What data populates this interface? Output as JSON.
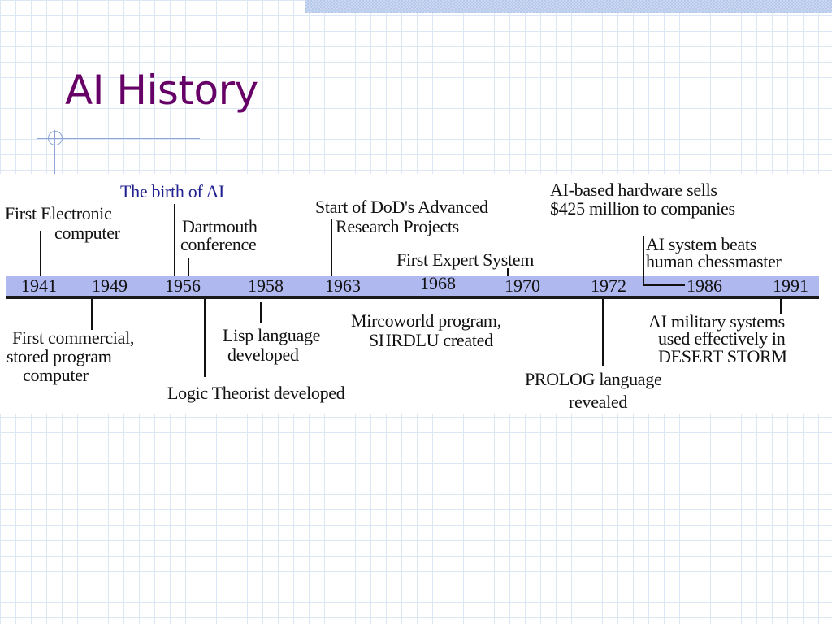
{
  "slide": {
    "title": "AI History"
  },
  "timeline": {
    "years": [
      "1941",
      "1949",
      "1956",
      "1958",
      "1963",
      "1968",
      "1970",
      "1972",
      "1986",
      "1991"
    ],
    "events": {
      "birth_of_ai": "The birth of AI",
      "first_electronic_1": "First Electronic",
      "first_electronic_2": "computer",
      "dartmouth_1": "Dartmouth",
      "dartmouth_2": "conference",
      "dod_1": "Start of DoD's Advanced",
      "dod_2": "Research Projects",
      "hardware_1": "AI-based hardware sells",
      "hardware_2": "$425 million to companies",
      "expert_system": "First Expert System",
      "chess_1": "AI system beats",
      "chess_2": "human chessmaster",
      "commercial_1": "First commercial,",
      "commercial_2": "stored program",
      "commercial_3": "computer",
      "lisp_1": "Lisp language",
      "lisp_2": "developed",
      "logic_theorist": "Logic Theorist developed",
      "microworld_1": "Mircoworld program,",
      "microworld_2": "SHRDLU created",
      "prolog_1": "PROLOG language",
      "prolog_2": "revealed",
      "military_1": "AI military systems",
      "military_2": "used effectively in",
      "military_3": "DESERT STORM"
    }
  }
}
